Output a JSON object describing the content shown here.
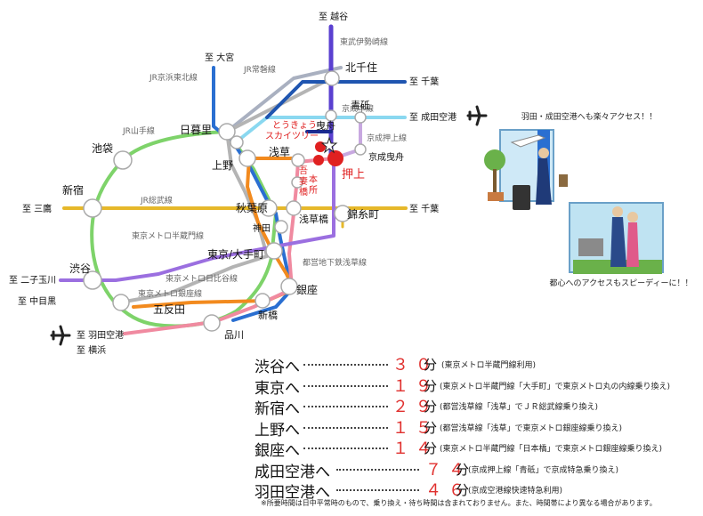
{
  "map": {
    "directions": {
      "koshigaya": "至 越谷",
      "omiya": "至 大宮",
      "chiba_top": "至 千葉",
      "narita": "至 成田空港",
      "mitaka": "至 三鷹",
      "chiba_mid": "至 千葉",
      "futakotamagawa": "至 二子玉川",
      "nakameguro": "至 中目黒",
      "haneda": "至 羽田空港",
      "yokohama": "至 横浜"
    },
    "lines": {
      "tobu_isesaki": "東武伊勢崎線",
      "jr_keihin": "JR京浜東北線",
      "jr_joban": "JR常磐線",
      "keisei_main": "京成本線",
      "jr_yamanote": "JR山手線",
      "keisei_oshiage": "京成押上線",
      "jr_sobu": "JR総武線",
      "metro_hanzomon": "東京メトロ半蔵門線",
      "toei_asakusa": "都営地下鉄浅草線",
      "metro_hibiya": "東京メトロ日比谷線",
      "metro_ginza": "東京メトロ銀座線"
    },
    "stations": {
      "kitasenju": "北千住",
      "aoto": "青砥",
      "nippori": "日暮里",
      "hikifune": "曳舟",
      "keisei_hikifune": "京成曳舟",
      "skytree_1": "とうきょう",
      "skytree_2": "スカイツリー",
      "ikebukuro": "池袋",
      "ueno": "上野",
      "asakusa": "浅草",
      "honjo": "本所",
      "azumabashi": "吾妻橋",
      "oshiage": "押上",
      "shinjuku": "新宿",
      "akihabara": "秋葉原",
      "asakusabashi": "浅草橋",
      "kinshicho": "錦糸町",
      "kanda": "神田",
      "tokyo": "東京/大手町",
      "shibuya": "渋谷",
      "ginza": "銀座",
      "gotanda": "五反田",
      "shinbashi": "新橋",
      "shinagawa": "品川"
    },
    "captions": {
      "airport": "羽田・成田空港へも楽々アクセス！！",
      "city": "都心へのアクセスもスピーディーに！！"
    },
    "colors": {
      "yamanote": "#7ed36a",
      "sobu": "#e6b82a",
      "keihin": "#2a6fd1",
      "joban": "#a9b0c0",
      "hanzomon": "#9b6fe0",
      "asakusa_line": "#f08aa0",
      "ginza_line": "#f28a1e",
      "hibiya": "#b4b4b4",
      "keisei": "#8ad8f0",
      "tobu": "#5a40d0",
      "marker": "#e02020"
    }
  },
  "travel_times": [
    {
      "dest": "渋谷へ",
      "minutes": "３０",
      "unit": "分",
      "note": "(東京メトロ半蔵門線利用)"
    },
    {
      "dest": "東京へ",
      "minutes": "１９",
      "unit": "分",
      "note": "(東京メトロ半蔵門線「大手町」で東京メトロ丸の内線乗り換え)"
    },
    {
      "dest": "新宿へ",
      "minutes": "２９",
      "unit": "分",
      "note": "(都営浅草線「浅草」でＪＲ総武線乗り換え)"
    },
    {
      "dest": "上野へ",
      "minutes": "１５",
      "unit": "分",
      "note": "(都営浅草線「浅草」で東京メトロ銀座線乗り換え)"
    },
    {
      "dest": "銀座へ",
      "minutes": "１４",
      "unit": "分",
      "note": "(東京メトロ半蔵門線「日本橋」で東京メトロ銀座線乗り換え)"
    },
    {
      "dest": "成田空港へ",
      "minutes": "７４",
      "unit": "分",
      "note": "(京成押上線「青砥」で京成特急乗り換え)"
    },
    {
      "dest": "羽田空港へ",
      "minutes": "４６",
      "unit": "分",
      "note": "(京成空港線快速特急利用)"
    }
  ],
  "footnote": "※所要時間は日中平常時のもので、乗り換え・待ち時間は含まれておりません。また、時間帯により異なる場合があります。"
}
